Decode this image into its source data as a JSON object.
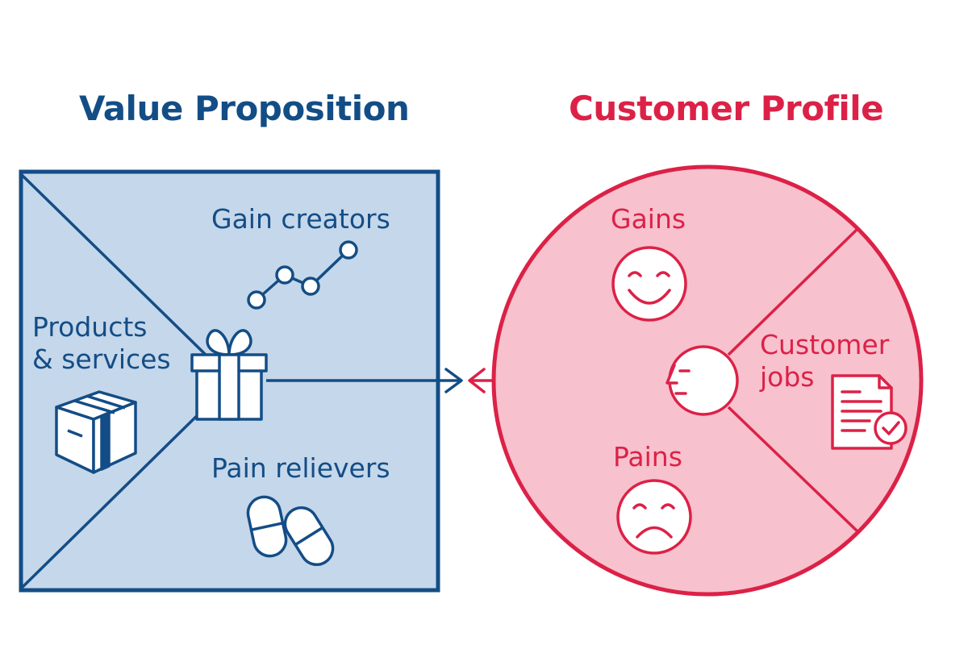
{
  "value_proposition": {
    "title": "Value Proposition",
    "gain_creators": "Gain creators",
    "products_services_line1": "Products",
    "products_services_line2": "& services",
    "pain_relievers": "Pain relievers"
  },
  "customer_profile": {
    "title": "Customer Profile",
    "gains": "Gains",
    "customer_jobs_line1": "Customer",
    "customer_jobs_line2": "jobs",
    "pains": "Pains"
  },
  "colors": {
    "vp_stroke": "#134d86",
    "vp_fill": "#c5d7ea",
    "cp_stroke": "#dc2147",
    "cp_fill": "#f7c1cd"
  },
  "icons": [
    "line-chart-icon",
    "gift-icon",
    "box-icon",
    "pills-icon",
    "smile-icon",
    "frown-icon",
    "face-profile-icon",
    "document-check-icon",
    "arrow-icon"
  ]
}
